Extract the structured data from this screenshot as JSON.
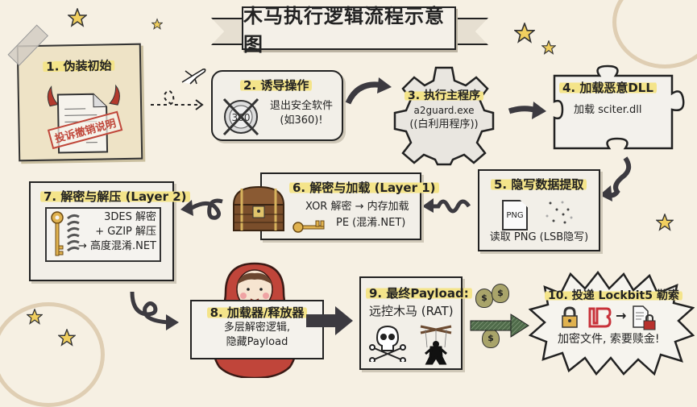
{
  "title": "木马执行逻辑流程示意图",
  "colors": {
    "background": "#f6f0e3",
    "highlight": "#f4e48a",
    "arrow": "#3c3a40",
    "accent_red": "#c94a3c",
    "green_arrow": "#4f6b4a"
  },
  "steps": [
    {
      "id": 1,
      "title": "1. 伪装初始",
      "stamp": "投诉撤销说明",
      "icons": [
        "document-icon",
        "devil-horns-icon",
        "tape-icon"
      ]
    },
    {
      "id": 2,
      "title": "2. 诱导操作",
      "lines": [
        "退出安全软件",
        "(如360)!"
      ],
      "icons": [
        "crossed-360-icon"
      ],
      "icon_text": "360"
    },
    {
      "id": 3,
      "title": "3. 执行主程序",
      "lines": [
        "a2guard.exe",
        "((白利用程序))"
      ],
      "shape": "gear"
    },
    {
      "id": 4,
      "title": "4. 加载恶意DLL",
      "lines": [
        "加载 sciter.dll"
      ],
      "shape": "puzzle"
    },
    {
      "id": 5,
      "title": "5. 隐写数据提取",
      "lines": [
        "读取 PNG (LSB隐写)"
      ],
      "icon_text": "PNG",
      "icons": [
        "png-file-icon",
        "dots-icon"
      ]
    },
    {
      "id": 6,
      "title": "6. 解密与加载 (Layer 1)",
      "lines": [
        "XOR 解密 → 内存加载",
        "PE (混淆.NET)"
      ],
      "icons": [
        "treasure-chest-icon",
        "key-icon"
      ]
    },
    {
      "id": 7,
      "title": "7. 解密与解压 (Layer 2)",
      "lines": [
        "3DES 解密",
        "+ GZIP 解压",
        "→ 高度混淆.NET"
      ],
      "icons": [
        "key-icon",
        "spring-icon"
      ]
    },
    {
      "id": 8,
      "title": "8. 加载器/释放器",
      "lines": [
        "多层解密逻辑,",
        "隐藏Payload"
      ],
      "icons": [
        "matryoshka-icon"
      ]
    },
    {
      "id": 9,
      "title": "9. 最终Payload:",
      "lines": [
        "远控木马 (RAT)"
      ],
      "icons": [
        "skull-crossbones-icon",
        "puppet-icon"
      ]
    },
    {
      "id": 10,
      "title": "10. 投递 Lockbit5 勒索",
      "lines": [
        "加密文件, 索要赎金!"
      ],
      "icons": [
        "padlock-icon",
        "lockbit-logo-icon",
        "locked-file-icon"
      ],
      "shape": "burst"
    }
  ],
  "decor": {
    "money_symbol": "$",
    "lock_arrow": "→"
  }
}
